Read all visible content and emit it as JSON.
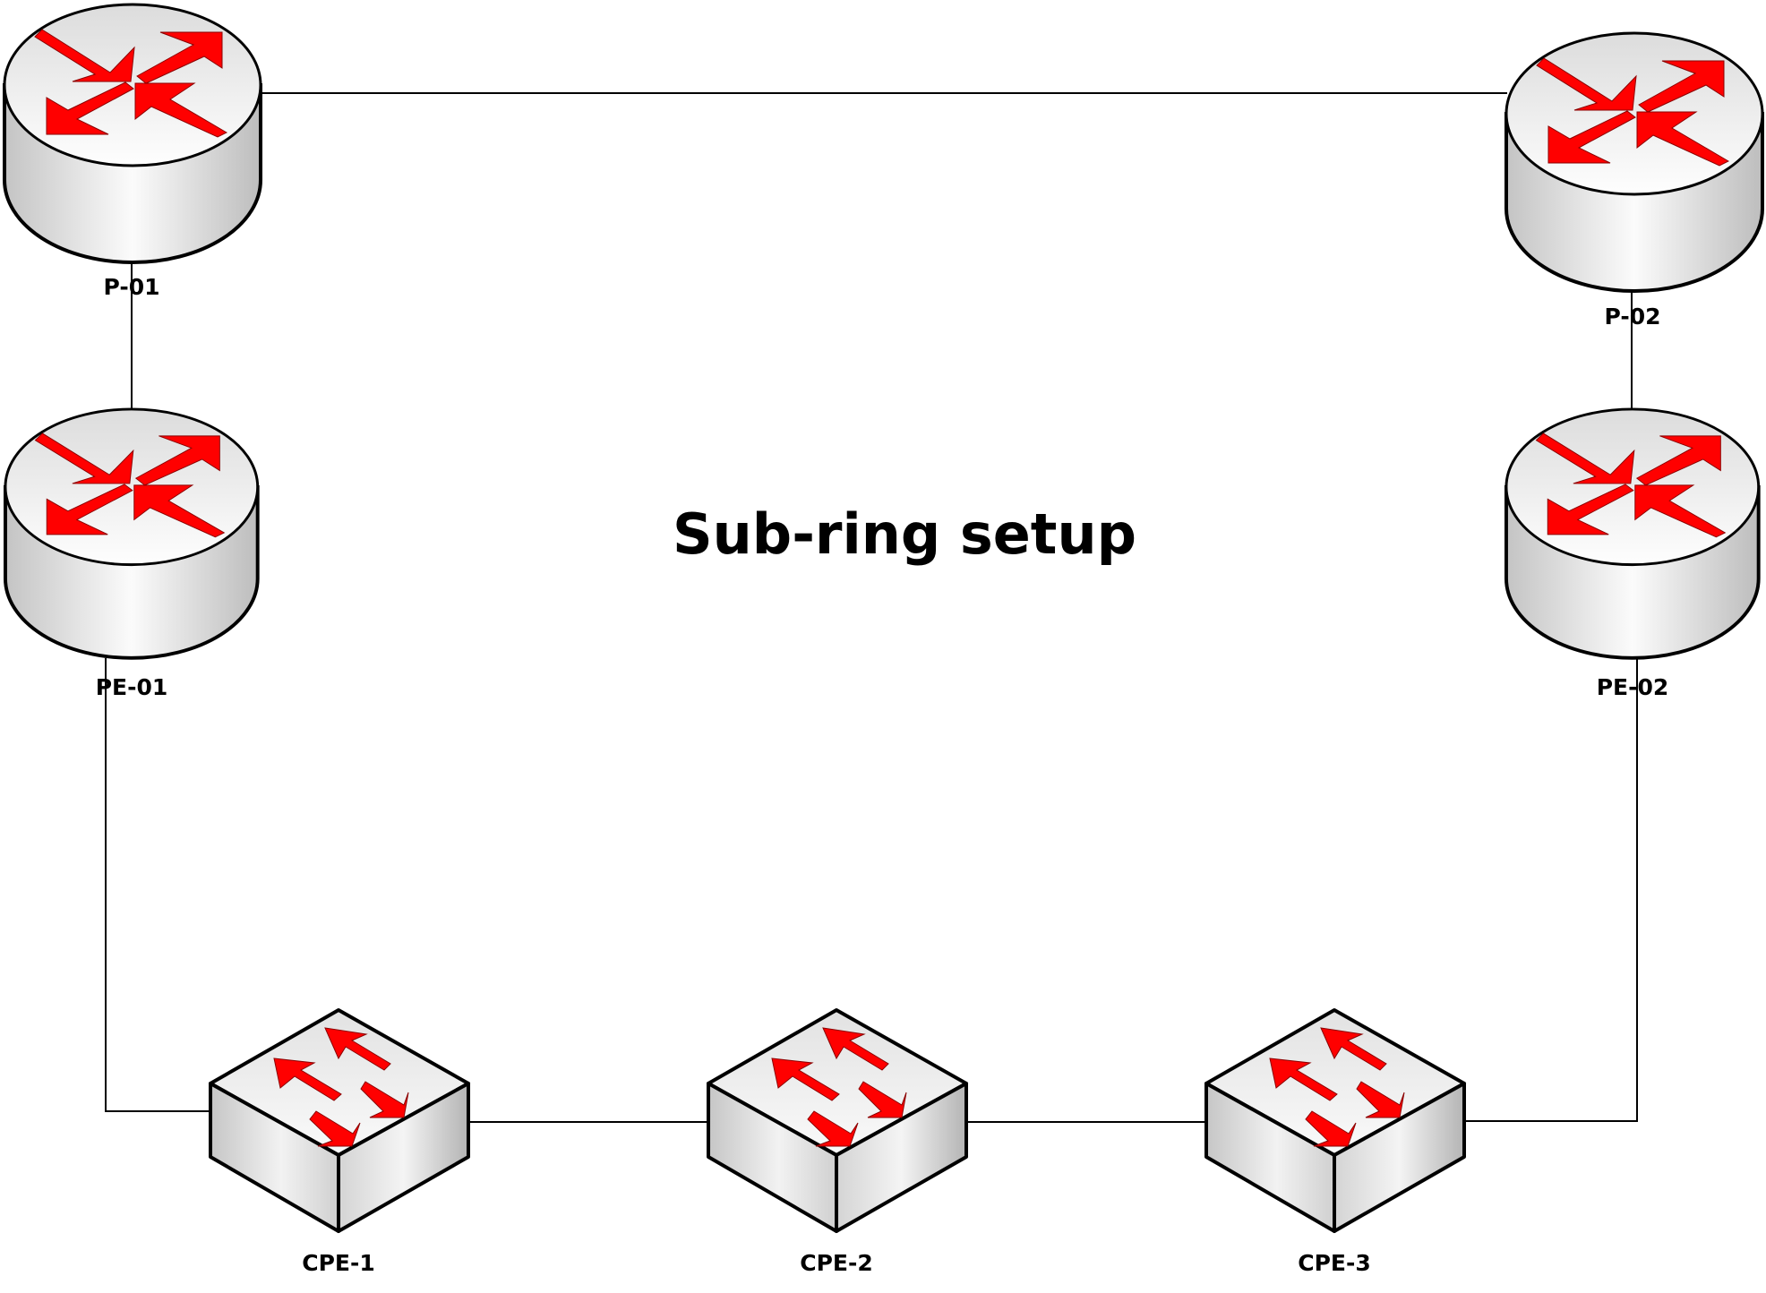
{
  "title": "Sub-ring setup",
  "colors": {
    "arrow": "#ff0000",
    "arrow_outline": "#8b0000",
    "device_outline": "#000000",
    "link": "#000000",
    "background": "#ffffff"
  },
  "nodes": [
    {
      "id": "P-01",
      "label": "P-01",
      "type": "router",
      "icon": "router-icon"
    },
    {
      "id": "P-02",
      "label": "P-02",
      "type": "router",
      "icon": "router-icon"
    },
    {
      "id": "PE-01",
      "label": "PE-01",
      "type": "router",
      "icon": "router-icon"
    },
    {
      "id": "PE-02",
      "label": "PE-02",
      "type": "router",
      "icon": "router-icon"
    },
    {
      "id": "CPE-1",
      "label": "CPE-1",
      "type": "switch",
      "icon": "switch-icon"
    },
    {
      "id": "CPE-2",
      "label": "CPE-2",
      "type": "switch",
      "icon": "switch-icon"
    },
    {
      "id": "CPE-3",
      "label": "CPE-3",
      "type": "switch",
      "icon": "switch-icon"
    }
  ],
  "links": [
    {
      "from": "P-01",
      "to": "P-02"
    },
    {
      "from": "P-01",
      "to": "PE-01"
    },
    {
      "from": "P-02",
      "to": "PE-02"
    },
    {
      "from": "PE-01",
      "to": "CPE-1"
    },
    {
      "from": "CPE-1",
      "to": "CPE-2"
    },
    {
      "from": "CPE-2",
      "to": "CPE-3"
    },
    {
      "from": "CPE-3",
      "to": "PE-02"
    }
  ]
}
